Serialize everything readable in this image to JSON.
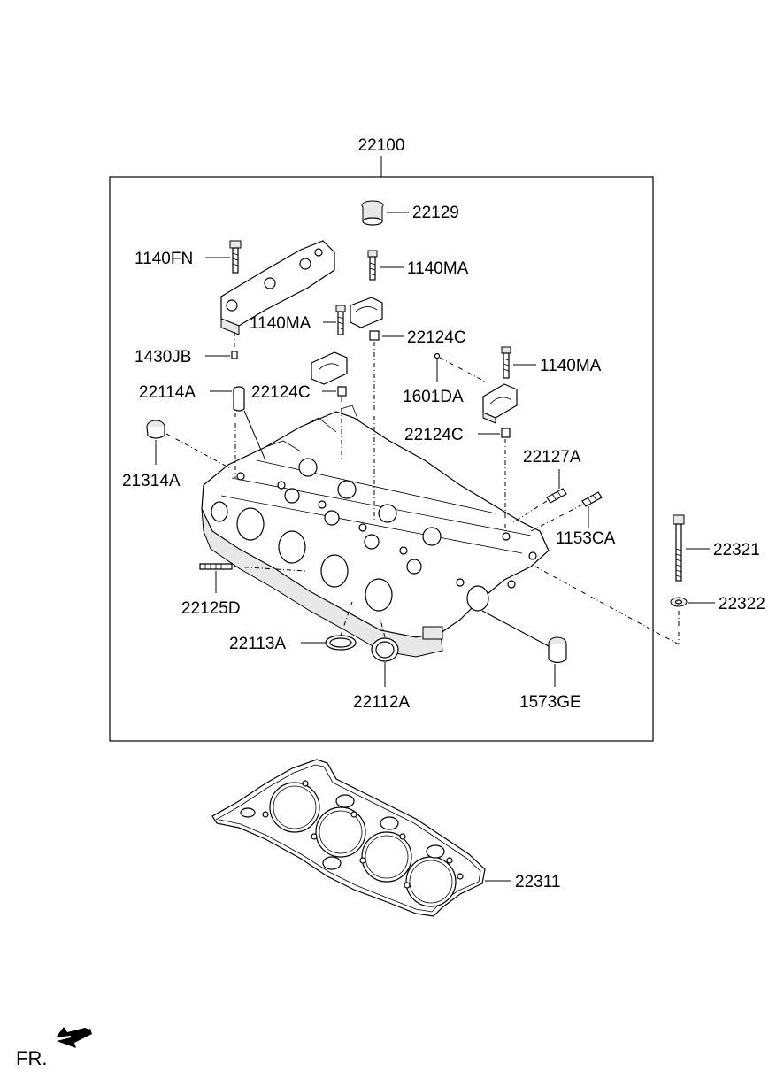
{
  "assembly_label": "22100",
  "labels": {
    "p22129": "22129",
    "p1140FN": "1140FN",
    "p1140MA_a": "1140MA",
    "p1140MA_b": "1140MA",
    "p1140MA_c": "1140MA",
    "p22124C_a": "22124C",
    "p22124C_b": "22124C",
    "p22124C_c": "22124C",
    "p1430JB": "1430JB",
    "p22114A": "22114A",
    "p1601DA": "1601DA",
    "p21314A": "21314A",
    "p22127A": "22127A",
    "p1153CA": "1153CA",
    "p22321": "22321",
    "p22322": "22322",
    "p22125D": "22125D",
    "p22113A": "22113A",
    "p22112A": "22112A",
    "p1573GE": "1573GE",
    "p22311": "22311"
  },
  "direction_label": "FR."
}
